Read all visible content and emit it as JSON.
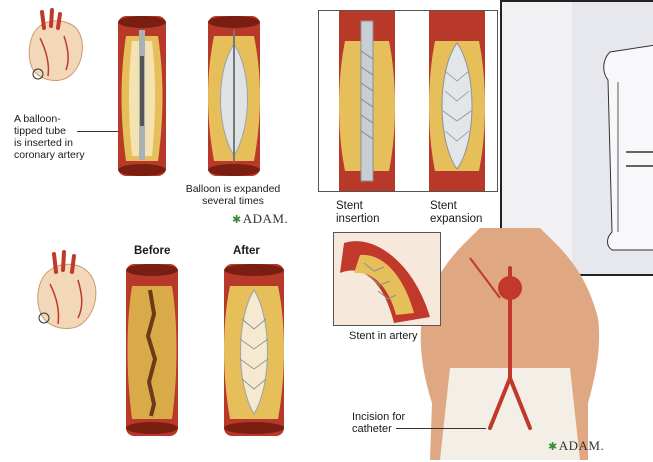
{
  "labels": {
    "balloon_tube": "A balloon-tipped tube is inserted in coronary artery",
    "balloon_tube_lines": [
      "A balloon-",
      "tipped tube",
      "is inserted in",
      "coronary artery"
    ],
    "balloon_expanded_lines": [
      "Balloon is expanded",
      "several times"
    ],
    "before": "Before",
    "after": "After",
    "stent_insertion_lines": [
      "Stent",
      "insertion"
    ],
    "stent_expansion_lines": [
      "Stent",
      "expansion"
    ],
    "stent_in_artery": "Stent in artery",
    "incision_lines": [
      "Incision for",
      "catheter"
    ]
  },
  "brand": {
    "text": "ADAM.",
    "star": "✱"
  },
  "colors": {
    "artery_red": "#c0392b",
    "artery_dark": "#8e1f14",
    "plaque_yellow": "#e8c25a",
    "stent_silver": "#bfc6cc",
    "skin": "#e0a882"
  }
}
